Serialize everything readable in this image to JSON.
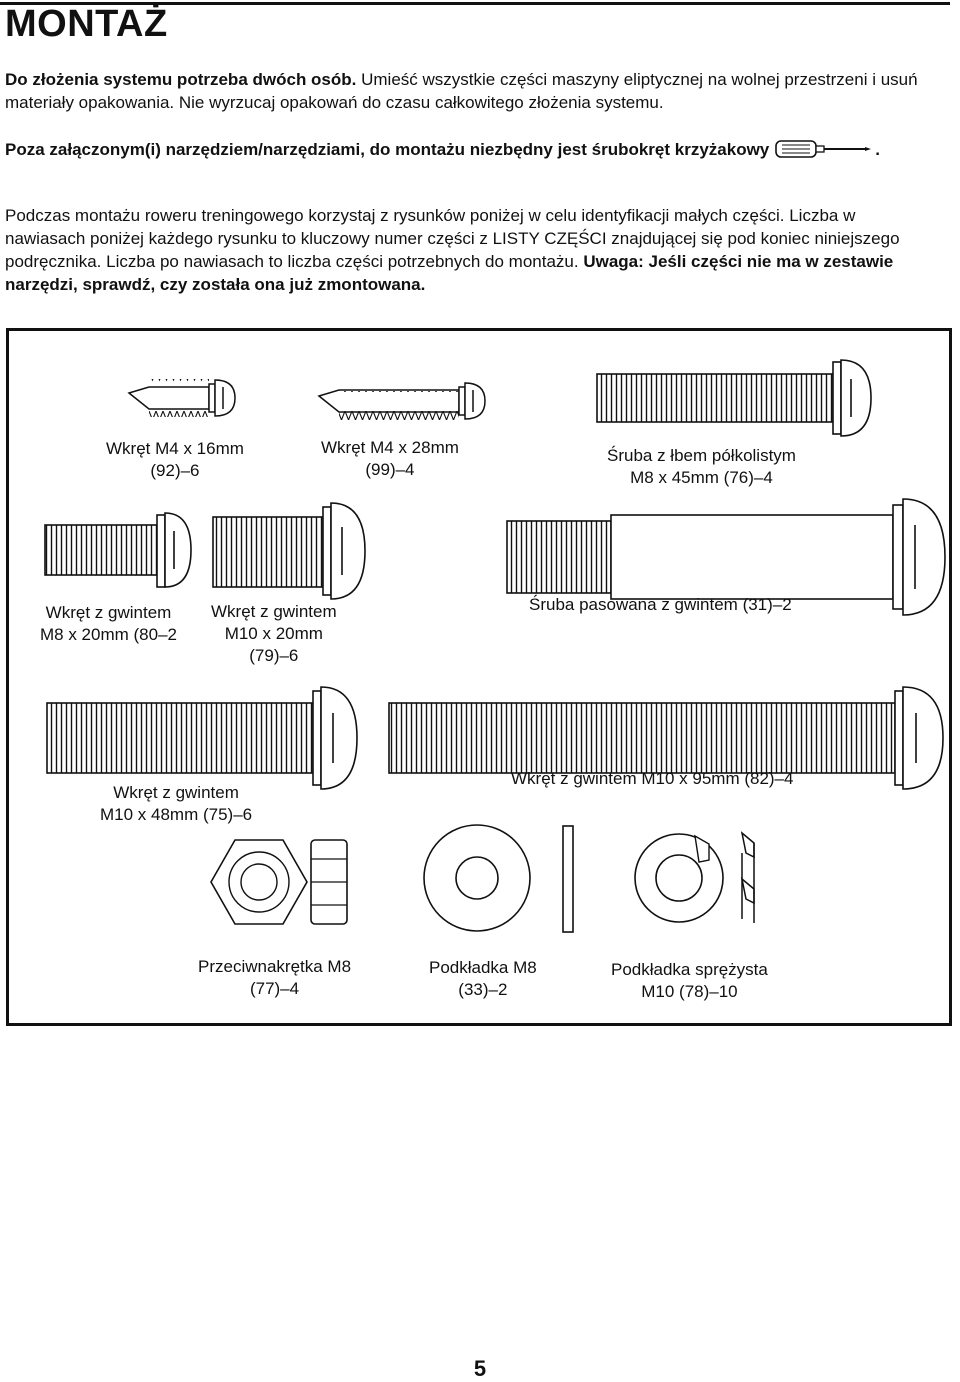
{
  "title": "MONTAŻ",
  "intro": {
    "p1_bold": "Do złożenia systemu potrzeba dwóch osób.",
    "p1_rest": " Umieść wszystkie części maszyny eliptycznej na wolnej prze­strzeni i usuń materiały opakowania. Nie wyrzucaj opakowań do czasu całkowitego złożenia systemu.",
    "p2_text": "Poza załączonym(i) narzędziem/narzędziami, do montażu niezbędny jest śrubokręt krzyżakowy",
    "p2_end": ".",
    "p3_text": "Podczas montażu roweru treningowego korzystaj z rysunków poniżej w celu identyfikacji małych części. Liczba w nawiasach poniżej każdego rysunku to kluczowy numer części z LISTY CZĘŚCI znajdującej się pod koniec niniejszego podręcznika. Liczba po nawiasach to liczba części potrzebnych do montażu. ",
    "p3_bold": "Uwaga: Jeśli części nie ma w zestawie narzędzi, sprawdź, czy została ona już zmontowana."
  },
  "parts": [
    {
      "line1": "Wkręt M4 x 16mm",
      "line2": "(92)–6"
    },
    {
      "line1": "Wkręt M4 x 28mm",
      "line2": "(99)–4"
    },
    {
      "line1": "Śruba z łbem półkolistym",
      "line2": "M8 x 45mm (76)–4"
    },
    {
      "line1": "Wkręt z gwintem",
      "line2": "M8 x 20mm (80–2"
    },
    {
      "line1": "Wkręt z gwintem",
      "line2": "M10 x 20mm",
      "line3": "(79)–6"
    },
    {
      "line1": "Śruba pasowana z gwintem (31)–2"
    },
    {
      "line1": "Wkręt z gwintem",
      "line2": "M10 x 48mm (75)–6"
    },
    {
      "line1": "Wkręt z gwintem M10 x 95mm (82)–4"
    },
    {
      "line1": "Przeciwnakrętka M8",
      "line2": "(77)–4"
    },
    {
      "line1": "Podkładka M8",
      "line2": "(33)–2"
    },
    {
      "line1": "Podkładka sprężysta",
      "line2": "M10 (78)–10"
    }
  ],
  "icons": [
    "phillips-screwdriver-icon",
    "screw-icon",
    "bolt-icon",
    "lock-nut-icon",
    "washer-icon",
    "spring-washer-icon"
  ],
  "page_number": "5"
}
